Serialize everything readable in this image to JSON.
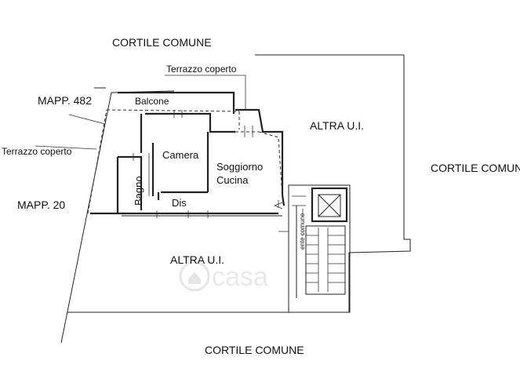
{
  "labels": {
    "cortile_top": "CORTILE COMUNE",
    "cortile_right": "CORTILE COMUNE",
    "cortile_bottom": "CORTILE COMUNE",
    "terrazzo_top": "Terrazzo coperto",
    "terrazzo_left": "Terrazzo coperto",
    "mapp_482": "MAPP. 482",
    "mapp_20": "MAPP. 20",
    "balcone": "Balcone",
    "camera": "Camera",
    "soggiorno": "Soggiorno",
    "cucina": "Cucina",
    "bagno": "Bagno",
    "dis": "Dis",
    "altra_ui_top": "ALTRA U.I.",
    "altra_ui_bottom": "ALTRA U.I.",
    "ente_comune": "ente comune",
    "watermark": "casa"
  }
}
